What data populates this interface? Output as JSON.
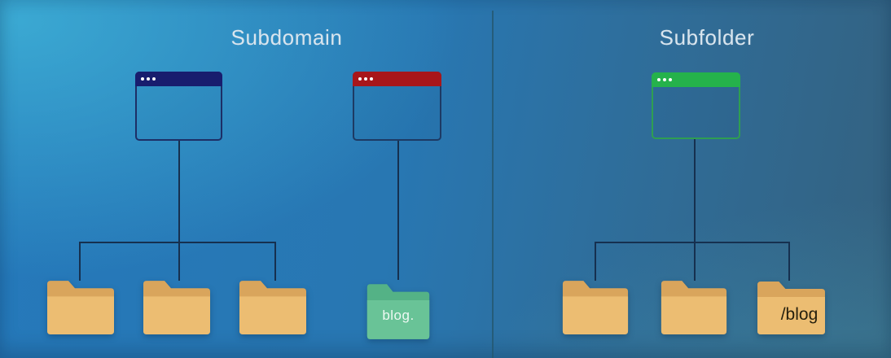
{
  "diagram": {
    "left": {
      "title": "Subdomain",
      "teal_folder_label": "blog."
    },
    "right": {
      "title": "Subfolder",
      "blog_folder_label": "/blog"
    },
    "colors": {
      "title_text": "#d9e5ee",
      "connector": "#16304f",
      "divider": "#255a74",
      "window_blue_bar": "#181d6e",
      "window_blue_border": "#1d2f66",
      "window_red_bar": "#a8161a",
      "window_red_border": "#1d3a64",
      "window_green_bar": "#25b24b",
      "window_green_border": "#2f9e52",
      "folder_tan_back": "#d9a55c",
      "folder_tan_front": "#ecbd72",
      "folder_teal_back": "#54b286",
      "folder_teal_front": "#69c397",
      "blog_label_color": "#eef9f3",
      "slash_blog_color": "#26200e"
    }
  }
}
